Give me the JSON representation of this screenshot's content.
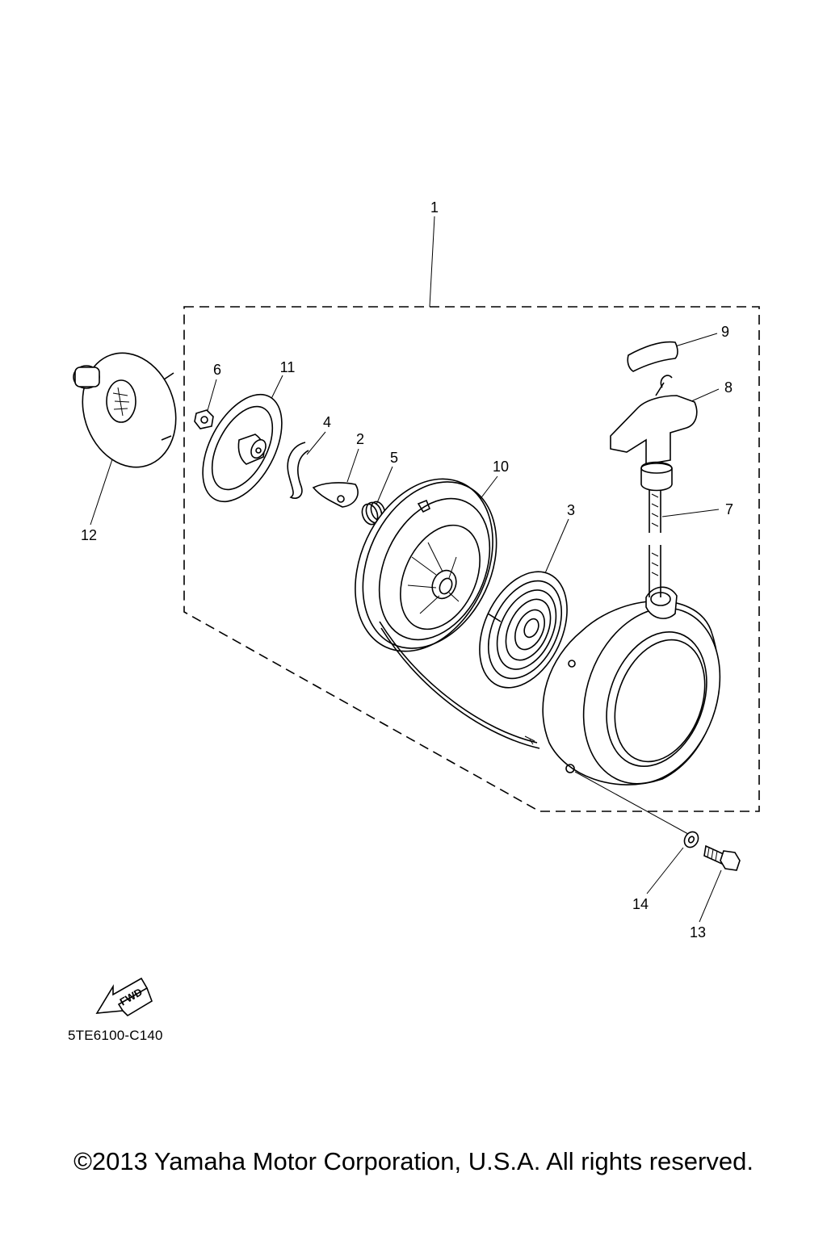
{
  "diagram": {
    "callouts": [
      {
        "id": "1",
        "label": "1"
      },
      {
        "id": "2",
        "label": "2"
      },
      {
        "id": "3",
        "label": "3"
      },
      {
        "id": "4",
        "label": "4"
      },
      {
        "id": "5",
        "label": "5"
      },
      {
        "id": "6",
        "label": "6"
      },
      {
        "id": "7",
        "label": "7"
      },
      {
        "id": "8",
        "label": "8"
      },
      {
        "id": "9",
        "label": "9"
      },
      {
        "id": "10",
        "label": "10"
      },
      {
        "id": "11",
        "label": "11"
      },
      {
        "id": "12",
        "label": "12"
      },
      {
        "id": "13",
        "label": "13"
      },
      {
        "id": "14",
        "label": "14"
      }
    ],
    "fwd_label": "FWD",
    "drawing_code": "5TE6100-C140"
  },
  "footer": {
    "copyright": "©2013 Yamaha Motor Corporation, U.S.A. All rights reserved."
  }
}
